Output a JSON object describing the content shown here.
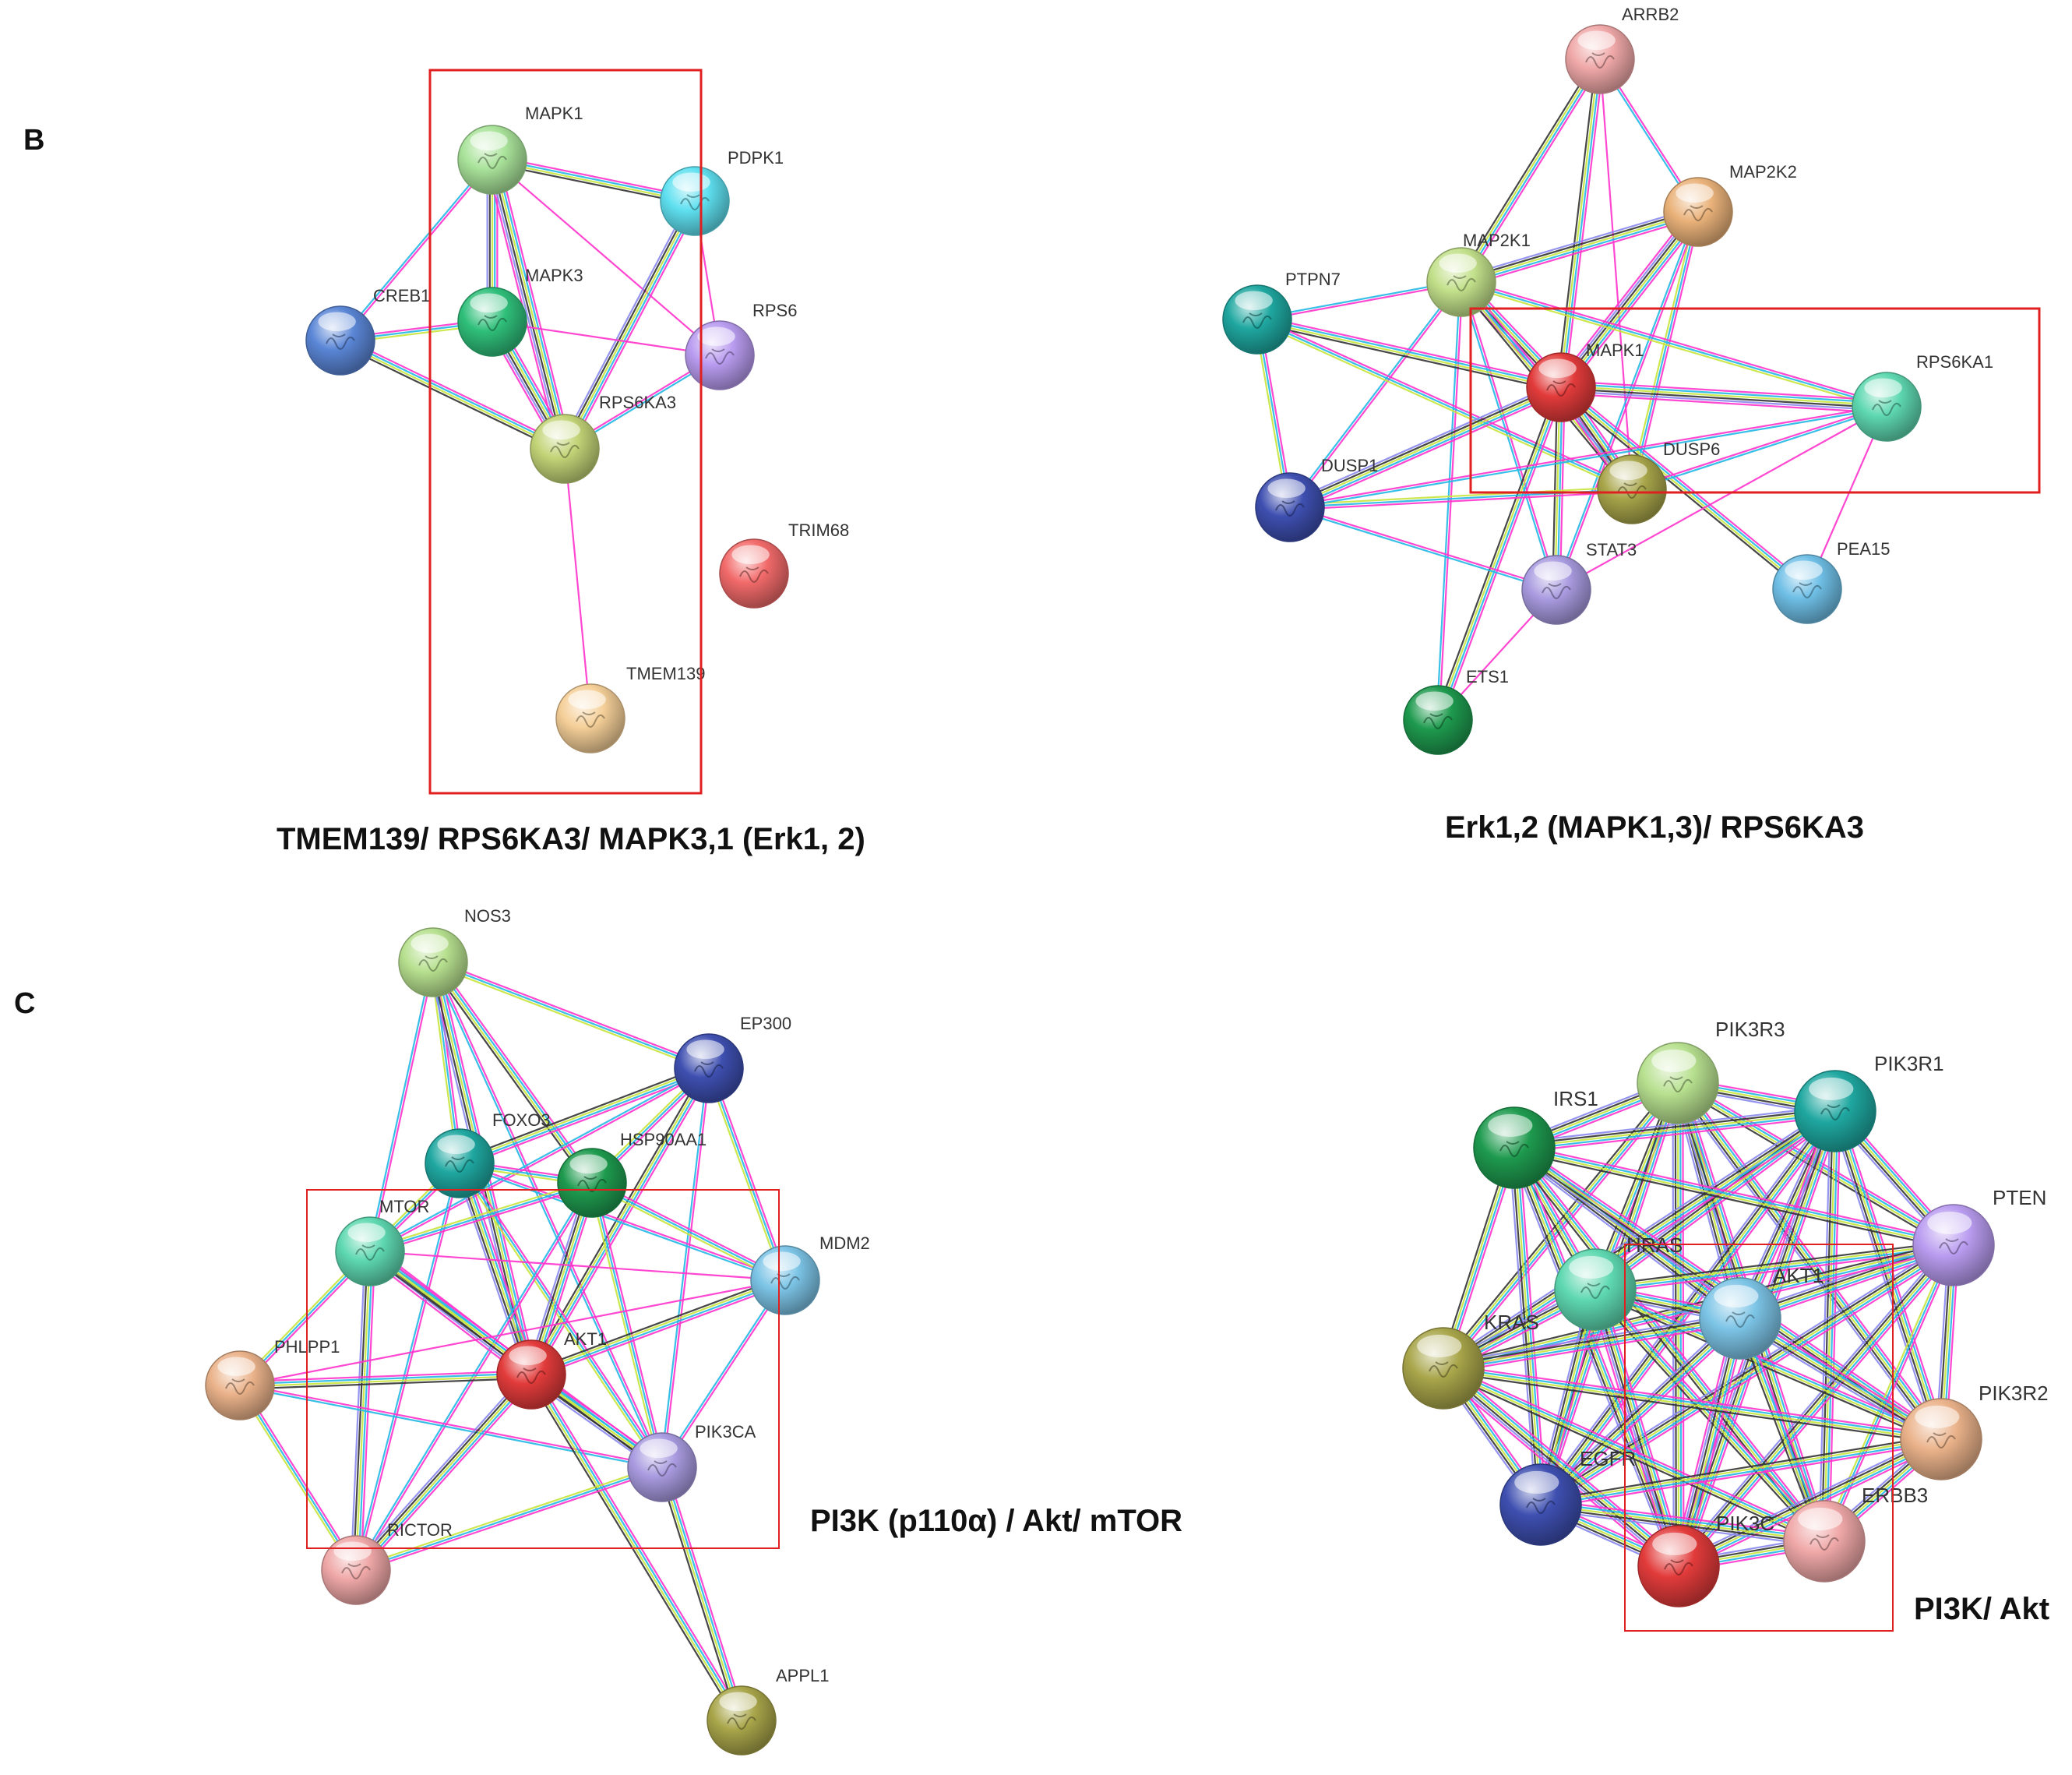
{
  "panels": {
    "B": "B",
    "C": "C"
  },
  "captions": {
    "tl": "TMEM139/ RPS6KA3/ MAPK3,1 (Erk1, 2)",
    "tr": "Erk1,2 (MAPK1,3)/ RPS6KA3",
    "bl": "PI3K (p110α) / Akt/ mTOR",
    "br": "PI3K/ Akt"
  },
  "edge_palette": [
    "#ff33cc",
    "#22b8e6",
    "#c8e63c",
    "#333333",
    "#8888ee"
  ],
  "networks": [
    {
      "id": "tl",
      "nodes": [
        {
          "id": "MAPK1",
          "label": "MAPK1",
          "color": "#a9e39a"
        },
        {
          "id": "PDPK1",
          "label": "PDPK1",
          "color": "#5fe0f0"
        },
        {
          "id": "CREB1",
          "label": "CREB1",
          "color": "#5a86d6"
        },
        {
          "id": "MAPK3",
          "label": "MAPK3",
          "color": "#2fbf7a"
        },
        {
          "id": "RPS6",
          "label": "RPS6",
          "color": "#b99cf0"
        },
        {
          "id": "RPS6KA3",
          "label": "RPS6KA3",
          "color": "#c2d477"
        },
        {
          "id": "TRIM68",
          "label": "TRIM68",
          "color": "#f26a6a"
        },
        {
          "id": "TMEM139",
          "label": "TMEM139",
          "color": "#f5cf98"
        }
      ],
      "edges": [
        {
          "a": "MAPK1",
          "b": "PDPK1",
          "n": 4
        },
        {
          "a": "MAPK1",
          "b": "MAPK3",
          "n": 5
        },
        {
          "a": "MAPK1",
          "b": "RPS6KA3",
          "n": 6
        },
        {
          "a": "MAPK1",
          "b": "CREB1",
          "n": 2
        },
        {
          "a": "MAPK1",
          "b": "RPS6",
          "n": 1
        },
        {
          "a": "PDPK1",
          "b": "RPS6KA3",
          "n": 5
        },
        {
          "a": "PDPK1",
          "b": "RPS6",
          "n": 1
        },
        {
          "a": "CREB1",
          "b": "MAPK3",
          "n": 3
        },
        {
          "a": "CREB1",
          "b": "RPS6KA3",
          "n": 4
        },
        {
          "a": "MAPK3",
          "b": "RPS6KA3",
          "n": 6
        },
        {
          "a": "MAPK3",
          "b": "RPS6",
          "n": 1
        },
        {
          "a": "RPS6KA3",
          "b": "RPS6",
          "n": 2
        },
        {
          "a": "RPS6KA3",
          "b": "TMEM139",
          "n": 1
        }
      ]
    },
    {
      "id": "tr",
      "nodes": [
        {
          "id": "ARRB2",
          "label": "ARRB2",
          "color": "#f0a8a8"
        },
        {
          "id": "MAP2K2",
          "label": "MAP2K2",
          "color": "#eab27a"
        },
        {
          "id": "MAP2K1",
          "label": "MAP2K1",
          "color": "#c2e08a"
        },
        {
          "id": "PTPN7",
          "label": "PTPN7",
          "color": "#1fa7a0"
        },
        {
          "id": "MAPK1",
          "label": "MAPK1",
          "color": "#e23b3b"
        },
        {
          "id": "RPS6KA1",
          "label": "RPS6KA1",
          "color": "#5ed8b0"
        },
        {
          "id": "DUSP6",
          "label": "DUSP6",
          "color": "#a8a54a"
        },
        {
          "id": "DUSP1",
          "label": "DUSP1",
          "color": "#3e4fb0"
        },
        {
          "id": "STAT3",
          "label": "STAT3",
          "color": "#a99be0"
        },
        {
          "id": "PEA15",
          "label": "PEA15",
          "color": "#6fbfe6"
        },
        {
          "id": "ETS1",
          "label": "ETS1",
          "color": "#1e9a4e"
        }
      ],
      "edges": [
        {
          "a": "ARRB2",
          "b": "MAP2K2",
          "n": 2
        },
        {
          "a": "ARRB2",
          "b": "MAP2K1",
          "n": 4
        },
        {
          "a": "ARRB2",
          "b": "MAPK1",
          "n": 4
        },
        {
          "a": "ARRB2",
          "b": "DUSP6",
          "n": 1
        },
        {
          "a": "MAP2K2",
          "b": "MAP2K1",
          "n": 5
        },
        {
          "a": "MAP2K2",
          "b": "MAPK1",
          "n": 6
        },
        {
          "a": "MAP2K2",
          "b": "DUSP6",
          "n": 3
        },
        {
          "a": "MAP2K2",
          "b": "STAT3",
          "n": 2
        },
        {
          "a": "MAP2K1",
          "b": "MAPK1",
          "n": 6
        },
        {
          "a": "MAP2K1",
          "b": "RPS6KA1",
          "n": 3
        },
        {
          "a": "MAP2K1",
          "b": "DUSP6",
          "n": 4
        },
        {
          "a": "MAP2K1",
          "b": "DUSP1",
          "n": 2
        },
        {
          "a": "MAP2K1",
          "b": "PTPN7",
          "n": 2
        },
        {
          "a": "MAP2K1",
          "b": "STAT3",
          "n": 2
        },
        {
          "a": "MAP2K1",
          "b": "ETS1",
          "n": 2
        },
        {
          "a": "PTPN7",
          "b": "MAPK1",
          "n": 4
        },
        {
          "a": "PTPN7",
          "b": "DUSP1",
          "n": 3
        },
        {
          "a": "PTPN7",
          "b": "DUSP6",
          "n": 3
        },
        {
          "a": "MAPK1",
          "b": "RPS6KA1",
          "n": 6
        },
        {
          "a": "MAPK1",
          "b": "DUSP6",
          "n": 6
        },
        {
          "a": "MAPK1",
          "b": "DUSP1",
          "n": 5
        },
        {
          "a": "MAPK1",
          "b": "STAT3",
          "n": 4
        },
        {
          "a": "MAPK1",
          "b": "PEA15",
          "n": 4
        },
        {
          "a": "MAPK1",
          "b": "ETS1",
          "n": 4
        },
        {
          "a": "DUSP6",
          "b": "RPS6KA1",
          "n": 2
        },
        {
          "a": "DUSP6",
          "b": "DUSP1",
          "n": 3
        },
        {
          "a": "DUSP1",
          "b": "STAT3",
          "n": 2
        },
        {
          "a": "DUSP1",
          "b": "RPS6KA1",
          "n": 2
        },
        {
          "a": "STAT3",
          "b": "RPS6KA1",
          "n": 1
        },
        {
          "a": "STAT3",
          "b": "ETS1",
          "n": 1
        },
        {
          "a": "RPS6KA1",
          "b": "PEA15",
          "n": 1
        }
      ]
    },
    {
      "id": "bl",
      "nodes": [
        {
          "id": "NOS3",
          "label": "NOS3",
          "color": "#b7e08f"
        },
        {
          "id": "EP300",
          "label": "EP300",
          "color": "#3e4fb0"
        },
        {
          "id": "FOXO3",
          "label": "FOXO3",
          "color": "#1fa7a0"
        },
        {
          "id": "HSP90AA1",
          "label": "HSP90AA1",
          "color": "#1e9a4e"
        },
        {
          "id": "MTOR",
          "label": "MTOR",
          "color": "#5ed8b0"
        },
        {
          "id": "MDM2",
          "label": "MDM2",
          "color": "#7cc4e6"
        },
        {
          "id": "PHLPP1",
          "label": "PHLPP1",
          "color": "#eab28a"
        },
        {
          "id": "AKT1",
          "label": "AKT1",
          "color": "#e23b3b"
        },
        {
          "id": "PIK3CA",
          "label": "PIK3CA",
          "color": "#a99be0"
        },
        {
          "id": "RICTOR",
          "label": "RICTOR",
          "color": "#f0a8a8"
        },
        {
          "id": "APPL1",
          "label": "APPL1",
          "color": "#a8a54a"
        }
      ],
      "edges": [
        {
          "a": "NOS3",
          "b": "EP300",
          "n": 3
        },
        {
          "a": "NOS3",
          "b": "FOXO3",
          "n": 3
        },
        {
          "a": "NOS3",
          "b": "HSP90AA1",
          "n": 4
        },
        {
          "a": "NOS3",
          "b": "AKT1",
          "n": 5
        },
        {
          "a": "NOS3",
          "b": "MTOR",
          "n": 2
        },
        {
          "a": "NOS3",
          "b": "PIK3CA",
          "n": 2
        },
        {
          "a": "EP300",
          "b": "FOXO3",
          "n": 4
        },
        {
          "a": "EP300",
          "b": "HSP90AA1",
          "n": 3
        },
        {
          "a": "EP300",
          "b": "AKT1",
          "n": 4
        },
        {
          "a": "EP300",
          "b": "MDM2",
          "n": 3
        },
        {
          "a": "EP300",
          "b": "PIK3CA",
          "n": 2
        },
        {
          "a": "EP300",
          "b": "MTOR",
          "n": 2
        },
        {
          "a": "FOXO3",
          "b": "HSP90AA1",
          "n": 3
        },
        {
          "a": "FOXO3",
          "b": "MTOR",
          "n": 3
        },
        {
          "a": "FOXO3",
          "b": "AKT1",
          "n": 5
        },
        {
          "a": "FOXO3",
          "b": "MDM2",
          "n": 2
        },
        {
          "a": "FOXO3",
          "b": "RICTOR",
          "n": 2
        },
        {
          "a": "FOXO3",
          "b": "PIK3CA",
          "n": 3
        },
        {
          "a": "HSP90AA1",
          "b": "MTOR",
          "n": 3
        },
        {
          "a": "HSP90AA1",
          "b": "AKT1",
          "n": 5
        },
        {
          "a": "HSP90AA1",
          "b": "MDM2",
          "n": 3
        },
        {
          "a": "HSP90AA1",
          "b": "PIK3CA",
          "n": 3
        },
        {
          "a": "HSP90AA1",
          "b": "RICTOR",
          "n": 2
        },
        {
          "a": "MTOR",
          "b": "AKT1",
          "n": 6
        },
        {
          "a": "MTOR",
          "b": "PHLPP1",
          "n": 3
        },
        {
          "a": "MTOR",
          "b": "RICTOR",
          "n": 5
        },
        {
          "a": "MTOR",
          "b": "PIK3CA",
          "n": 4
        },
        {
          "a": "MTOR",
          "b": "MDM2",
          "n": 1
        },
        {
          "a": "MDM2",
          "b": "AKT1",
          "n": 4
        },
        {
          "a": "MDM2",
          "b": "PIK3CA",
          "n": 2
        },
        {
          "a": "MDM2",
          "b": "PHLPP1",
          "n": 1
        },
        {
          "a": "PHLPP1",
          "b": "AKT1",
          "n": 4
        },
        {
          "a": "PHLPP1",
          "b": "RICTOR",
          "n": 3
        },
        {
          "a": "PHLPP1",
          "b": "PIK3CA",
          "n": 2
        },
        {
          "a": "AKT1",
          "b": "PIK3CA",
          "n": 5
        },
        {
          "a": "AKT1",
          "b": "RICTOR",
          "n": 5
        },
        {
          "a": "AKT1",
          "b": "APPL1",
          "n": 4
        },
        {
          "a": "PIK3CA",
          "b": "RICTOR",
          "n": 3
        },
        {
          "a": "PIK3CA",
          "b": "APPL1",
          "n": 4
        }
      ]
    },
    {
      "id": "br",
      "nodes": [
        {
          "id": "PIK3R3",
          "label": "PIK3R3",
          "color": "#b7e08f"
        },
        {
          "id": "PIK3R1",
          "label": "PIK3R1",
          "color": "#1fa7a0"
        },
        {
          "id": "IRS1",
          "label": "IRS1",
          "color": "#1e9a4e"
        },
        {
          "id": "PTEN",
          "label": "PTEN",
          "color": "#b99cf0"
        },
        {
          "id": "HRAS",
          "label": "HRAS",
          "color": "#5ed8b0"
        },
        {
          "id": "AKT1",
          "label": "AKT1",
          "color": "#7cc4e6"
        },
        {
          "id": "KRAS",
          "label": "KRAS",
          "color": "#a8a54a"
        },
        {
          "id": "PIK3R2",
          "label": "PIK3R2",
          "color": "#eab28a"
        },
        {
          "id": "EGFR",
          "label": "EGFR",
          "color": "#3e4fb0"
        },
        {
          "id": "ERBB3",
          "label": "ERBB3",
          "color": "#f0a8a8"
        },
        {
          "id": "PIK3C",
          "label": "PIK3C",
          "color": "#e23b3b"
        }
      ],
      "edges": [
        {
          "a": "PIK3R3",
          "b": "PIK3R1",
          "n": 5
        },
        {
          "a": "PIK3R3",
          "b": "IRS1",
          "n": 5
        },
        {
          "a": "PIK3R3",
          "b": "PTEN",
          "n": 4
        },
        {
          "a": "PIK3R3",
          "b": "HRAS",
          "n": 4
        },
        {
          "a": "PIK3R3",
          "b": "AKT1",
          "n": 5
        },
        {
          "a": "PIK3R3",
          "b": "KRAS",
          "n": 4
        },
        {
          "a": "PIK3R3",
          "b": "PIK3R2",
          "n": 5
        },
        {
          "a": "PIK3R3",
          "b": "EGFR",
          "n": 4
        },
        {
          "a": "PIK3R3",
          "b": "ERBB3",
          "n": 5
        },
        {
          "a": "PIK3R3",
          "b": "PIK3C",
          "n": 5
        },
        {
          "a": "PIK3R1",
          "b": "IRS1",
          "n": 5
        },
        {
          "a": "PIK3R1",
          "b": "PTEN",
          "n": 5
        },
        {
          "a": "PIK3R1",
          "b": "HRAS",
          "n": 5
        },
        {
          "a": "PIK3R1",
          "b": "AKT1",
          "n": 5
        },
        {
          "a": "PIK3R1",
          "b": "KRAS",
          "n": 5
        },
        {
          "a": "PIK3R1",
          "b": "PIK3R2",
          "n": 5
        },
        {
          "a": "PIK3R1",
          "b": "EGFR",
          "n": 5
        },
        {
          "a": "PIK3R1",
          "b": "ERBB3",
          "n": 5
        },
        {
          "a": "PIK3R1",
          "b": "PIK3C",
          "n": 6
        },
        {
          "a": "IRS1",
          "b": "PTEN",
          "n": 4
        },
        {
          "a": "IRS1",
          "b": "HRAS",
          "n": 4
        },
        {
          "a": "IRS1",
          "b": "AKT1",
          "n": 5
        },
        {
          "a": "IRS1",
          "b": "KRAS",
          "n": 4
        },
        {
          "a": "IRS1",
          "b": "PIK3R2",
          "n": 5
        },
        {
          "a": "IRS1",
          "b": "EGFR",
          "n": 5
        },
        {
          "a": "IRS1",
          "b": "ERBB3",
          "n": 4
        },
        {
          "a": "IRS1",
          "b": "PIK3C",
          "n": 5
        },
        {
          "a": "PTEN",
          "b": "HRAS",
          "n": 4
        },
        {
          "a": "PTEN",
          "b": "AKT1",
          "n": 5
        },
        {
          "a": "PTEN",
          "b": "KRAS",
          "n": 4
        },
        {
          "a": "PTEN",
          "b": "PIK3R2",
          "n": 5
        },
        {
          "a": "PTEN",
          "b": "EGFR",
          "n": 5
        },
        {
          "a": "PTEN",
          "b": "ERBB3",
          "n": 3
        },
        {
          "a": "PTEN",
          "b": "PIK3C",
          "n": 5
        },
        {
          "a": "HRAS",
          "b": "AKT1",
          "n": 5
        },
        {
          "a": "HRAS",
          "b": "KRAS",
          "n": 5
        },
        {
          "a": "HRAS",
          "b": "PIK3R2",
          "n": 4
        },
        {
          "a": "HRAS",
          "b": "EGFR",
          "n": 5
        },
        {
          "a": "HRAS",
          "b": "ERBB3",
          "n": 4
        },
        {
          "a": "HRAS",
          "b": "PIK3C",
          "n": 6
        },
        {
          "a": "AKT1",
          "b": "KRAS",
          "n": 5
        },
        {
          "a": "AKT1",
          "b": "PIK3R2",
          "n": 5
        },
        {
          "a": "AKT1",
          "b": "EGFR",
          "n": 5
        },
        {
          "a": "AKT1",
          "b": "ERBB3",
          "n": 4
        },
        {
          "a": "AKT1",
          "b": "PIK3C",
          "n": 6
        },
        {
          "a": "KRAS",
          "b": "PIK3R2",
          "n": 4
        },
        {
          "a": "KRAS",
          "b": "EGFR",
          "n": 5
        },
        {
          "a": "KRAS",
          "b": "ERBB3",
          "n": 4
        },
        {
          "a": "KRAS",
          "b": "PIK3C",
          "n": 6
        },
        {
          "a": "PIK3R2",
          "b": "EGFR",
          "n": 4
        },
        {
          "a": "PIK3R2",
          "b": "ERBB3",
          "n": 5
        },
        {
          "a": "PIK3R2",
          "b": "PIK3C",
          "n": 5
        },
        {
          "a": "EGFR",
          "b": "ERBB3",
          "n": 5
        },
        {
          "a": "EGFR",
          "b": "PIK3C",
          "n": 5
        },
        {
          "a": "ERBB3",
          "b": "PIK3C",
          "n": 5
        }
      ]
    }
  ]
}
